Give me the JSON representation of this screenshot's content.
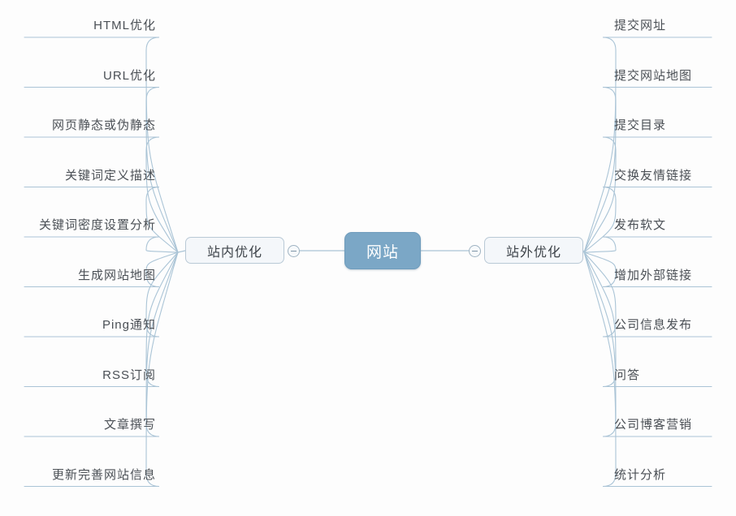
{
  "diagram": {
    "title": "网站",
    "type": "mind-map",
    "root": {
      "label": "网站"
    },
    "branches": [
      {
        "id": "on-site",
        "label": "站内优化",
        "side": "left",
        "collapsed": false,
        "toggle_icon": "minus-circle-icon",
        "children": [
          {
            "label": "HTML优化"
          },
          {
            "label": "URL优化"
          },
          {
            "label": "网页静态或伪静态"
          },
          {
            "label": "关键词定义描述"
          },
          {
            "label": "关键词密度设置分析"
          },
          {
            "label": "生成网站地图"
          },
          {
            "label": "Ping通知"
          },
          {
            "label": "RSS订阅"
          },
          {
            "label": "文章撰写"
          },
          {
            "label": "更新完善网站信息"
          }
        ]
      },
      {
        "id": "off-site",
        "label": "站外优化",
        "side": "right",
        "collapsed": false,
        "toggle_icon": "minus-circle-icon",
        "children": [
          {
            "label": "提交网址"
          },
          {
            "label": "提交网站地图"
          },
          {
            "label": "提交目录"
          },
          {
            "label": "交换友情链接"
          },
          {
            "label": "发布软文"
          },
          {
            "label": "增加外部链接"
          },
          {
            "label": "公司信息发布"
          },
          {
            "label": "问答"
          },
          {
            "label": "公司博客营销"
          },
          {
            "label": "统计分析"
          }
        ]
      }
    ],
    "colors": {
      "canvas": "#fdfdfd",
      "root_fill": "#7ba7c6",
      "root_text": "#ffffff",
      "branch_fill": "#f4f7fa",
      "branch_border": "#b9c9d6",
      "leaf_text": "#4a4f55",
      "wire": "#aac4d6"
    }
  }
}
